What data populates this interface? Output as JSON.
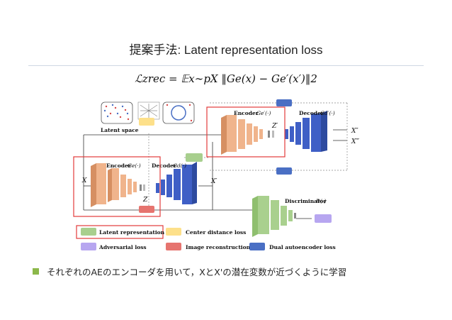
{
  "slide": {
    "title": "提案手法: Latent representation loss",
    "formula": "ℒzrec = 𝔼x∼pX ‖Ge(x) − Ge′(x′)‖2",
    "bullet": "それぞれのAEのエンコーダを用いて，XとX'の潜在変数が近づくように学習"
  },
  "diagram": {
    "latent_space_label": "Latent space",
    "encoder1_label": "Encoder",
    "encoder1_fn": "Ge(·)",
    "decoder1_label": "Decoder",
    "decoder1_fn": "Gd(·)",
    "encoder2_label": "Encoder",
    "encoder2_fn": "Ge′(·)",
    "decoder2_label": "Decoder",
    "decoder2_fn": "Gd′(·)",
    "discriminator_label": "Discriminator",
    "discriminator_fn": "D(·)",
    "input_x": "X",
    "latent_z": "Z",
    "recon_x_prime": "X′",
    "latent_z_prime": "Z′",
    "out_x2": "X″",
    "out_x3": "X‴"
  },
  "legend": [
    {
      "label": "Latent representation loss",
      "color": "#a8cf8e"
    },
    {
      "label": "Center distance loss",
      "color": "#fde08a"
    },
    {
      "label": "Adversarial loss",
      "color": "#b7a6f0"
    },
    {
      "label": "Image reconstruction loss",
      "color": "#e6746f"
    },
    {
      "label": "Dual autoencoder loss",
      "color": "#4a6fc4"
    }
  ],
  "colors": {
    "encoder": "#f0b48c",
    "decoder": "#3f5fc6",
    "discriminator": "#a9d08e",
    "highlight": "#e23b3b",
    "bullet": "#8cb84a"
  }
}
